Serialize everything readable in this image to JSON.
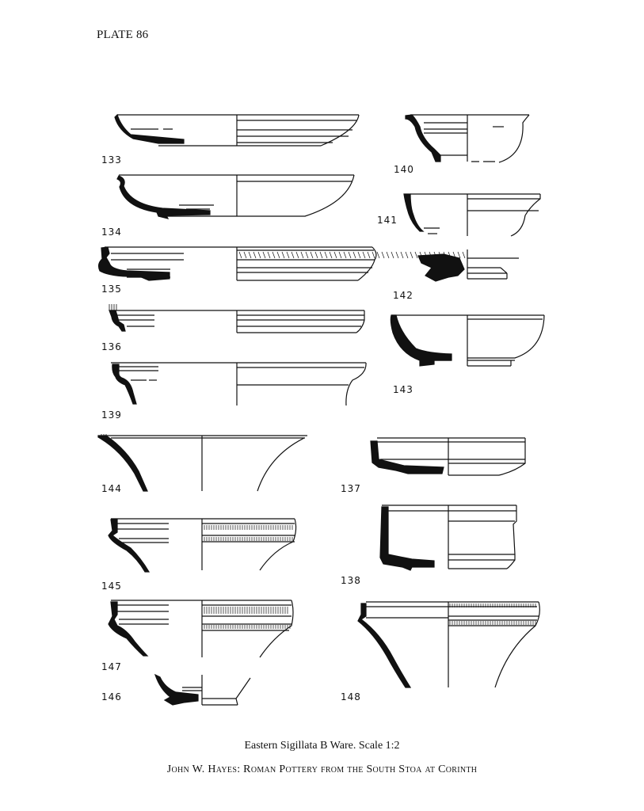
{
  "plate": {
    "label": "PLATE 86"
  },
  "figures": [
    {
      "id": "133",
      "label": "133"
    },
    {
      "id": "134",
      "label": "134"
    },
    {
      "id": "135",
      "label": "135"
    },
    {
      "id": "136",
      "label": "136"
    },
    {
      "id": "139",
      "label": "139"
    },
    {
      "id": "140",
      "label": "140"
    },
    {
      "id": "141",
      "label": "141"
    },
    {
      "id": "142",
      "label": "142"
    },
    {
      "id": "143",
      "label": "143"
    },
    {
      "id": "144",
      "label": "144"
    },
    {
      "id": "137",
      "label": "137"
    },
    {
      "id": "145",
      "label": "145"
    },
    {
      "id": "138",
      "label": "138"
    },
    {
      "id": "147",
      "label": "147"
    },
    {
      "id": "146",
      "label": "146"
    },
    {
      "id": "148",
      "label": "148"
    }
  ],
  "caption": "Eastern Sigillata B Ware. Scale 1:2",
  "byline": "John W. Hayes: Roman Pottery from the South Stoa at Corinth",
  "colors": {
    "ink": "#111111",
    "paper": "#ffffff"
  }
}
